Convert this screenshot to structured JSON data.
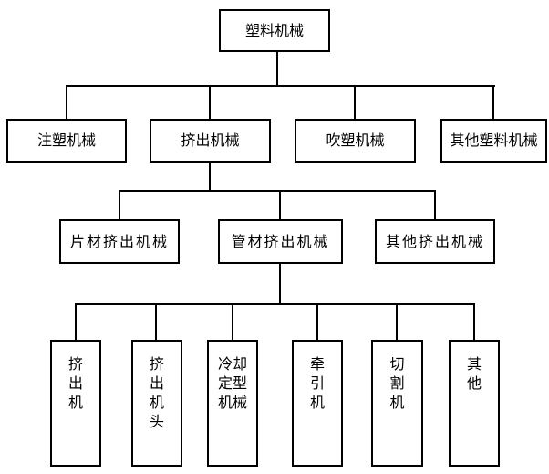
{
  "diagram": {
    "type": "tree",
    "colors": {
      "background": "#ffffff",
      "box_border": "#000000",
      "box_fill": "#ffffff",
      "line": "#000000",
      "text": "#000000"
    },
    "root": {
      "label": "塑料机械"
    },
    "level2": [
      {
        "label": "注塑机械"
      },
      {
        "label": "挤出机械"
      },
      {
        "label": "吹塑机械"
      },
      {
        "label": "其他塑料机械"
      }
    ],
    "level3_parent": "挤出机械",
    "level3": [
      {
        "label": "片材挤出机械"
      },
      {
        "label": "管材挤出机械"
      },
      {
        "label": "其他挤出机械"
      }
    ],
    "level4_parent": "管材挤出机械",
    "level4": [
      {
        "label": "挤出机",
        "text": "挤\n出\n机"
      },
      {
        "label": "挤出机头",
        "text": "挤\n出\n机\n头"
      },
      {
        "label": "冷却定型机械",
        "text": "冷却\n定型\n机械"
      },
      {
        "label": "牵引机",
        "text": "牵\n引\n机"
      },
      {
        "label": "切割机",
        "text": "切\n割\n机"
      },
      {
        "label": "其他",
        "text": "其\n他"
      }
    ]
  }
}
